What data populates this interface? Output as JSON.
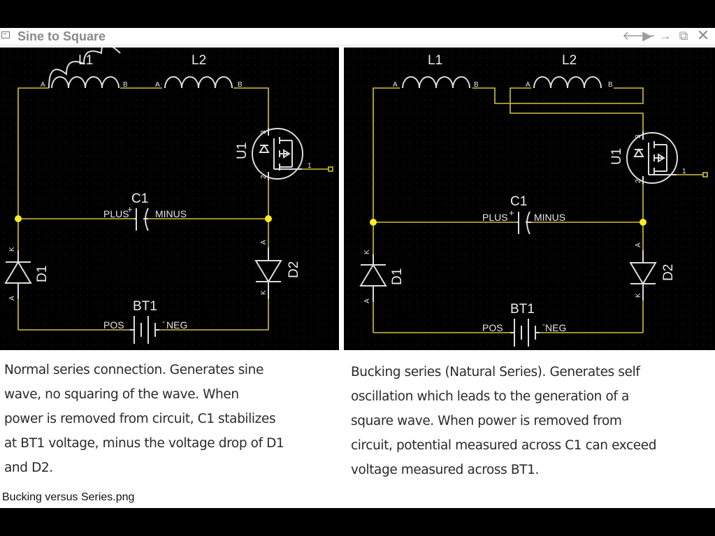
{
  "window": {
    "title": "Sine to Square",
    "buttons": {
      "back": "🡐",
      "play": "▶",
      "forward": "→",
      "popout": "⧉",
      "close": "✕"
    }
  },
  "left_panel": {
    "components": {
      "L1": "L1",
      "L2": "L2",
      "C1": "C1",
      "BT1": "BT1",
      "U1": "U1",
      "D1": "D1",
      "D2": "D2"
    },
    "pins": {
      "A": "A",
      "B": "B",
      "K": "K",
      "one": "1",
      "two": "2",
      "three": "3"
    },
    "labels": {
      "plus": "PLUS",
      "minus": "MINUS",
      "pos": "POS",
      "neg": "NEG"
    },
    "caption": "Normal series connection.  Generates sine\nwave, no squaring of the wave.  When\npower is removed from circuit, C1 stabilizes\nat BT1 voltage, minus the voltage drop of D1\nand D2."
  },
  "right_panel": {
    "components": {
      "L1": "L1",
      "L2": "L2",
      "C1": "C1",
      "BT1": "BT1",
      "U1": "U1",
      "D1": "D1",
      "D2": "D2"
    },
    "pins": {
      "A": "A",
      "B": "B",
      "K": "K",
      "one": "1",
      "two": "2",
      "three": "3"
    },
    "labels": {
      "plus": "PLUS",
      "minus": "MINUS",
      "pos": "POS",
      "neg": "NEG"
    },
    "caption": "Bucking series (Natural Series).  Generates self\noscillation which leads to the generation of a\nsquare wave.  When power is removed from\ncircuit, potential measured across C1 can exceed\nvoltage measured across BT1."
  },
  "filename": "Bucking versus Series.png",
  "colors": {
    "wire": "#d2c23a",
    "node": "#f7ec21",
    "symbol": "#dcdcdc",
    "background": "#000000",
    "grid": "#2a2a2a"
  }
}
